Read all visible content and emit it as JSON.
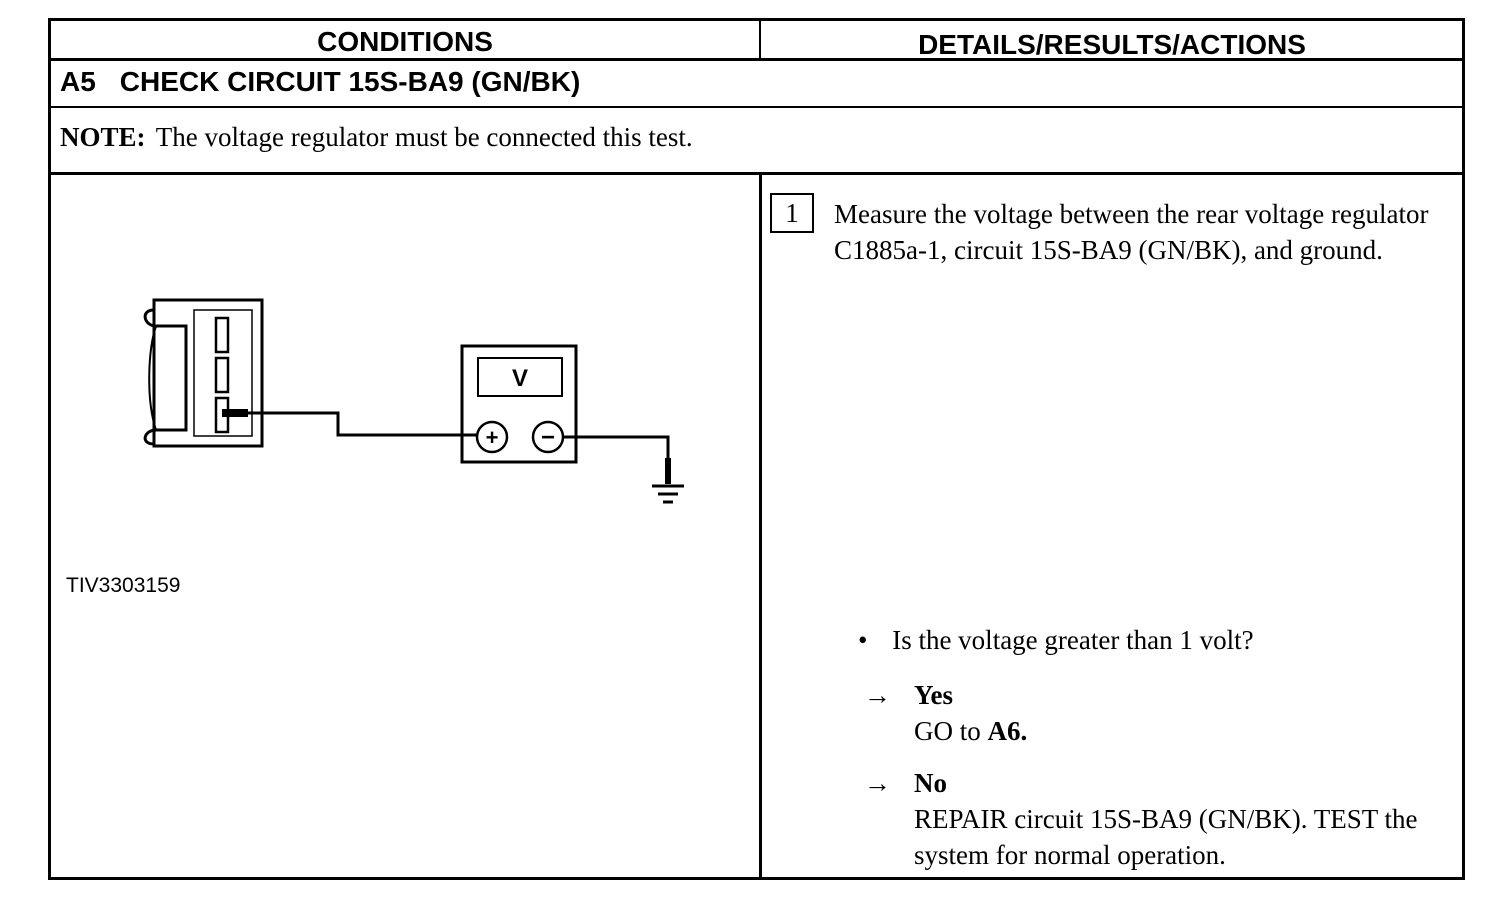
{
  "header": {
    "conditions": "CONDITIONS",
    "details": "DETAILS/RESULTS/ACTIONS"
  },
  "test": {
    "id": "A5",
    "title": "CHECK CIRCUIT 15S-BA9 (GN/BK)"
  },
  "note": {
    "label": "NOTE:",
    "text": "The voltage regulator must be connected this test."
  },
  "figure": {
    "id": "TIV3303159",
    "meter_label": "V",
    "plus_symbol": "+",
    "minus_symbol": "−"
  },
  "step": {
    "number": "1",
    "text": "Measure the voltage between the rear voltage regulator C1885a-1, circuit 15S-BA9 (GN/BK), and ground."
  },
  "question": {
    "bullet": "•",
    "text": "Is the voltage greater than 1 volt?"
  },
  "results": [
    {
      "arrow": "→",
      "title": "Yes",
      "action_prefix": "GO to ",
      "action_target": "A6."
    },
    {
      "arrow": "→",
      "title": "No",
      "action": "REPAIR circuit 15S-BA9 (GN/BK). TEST the system for normal operation."
    }
  ]
}
